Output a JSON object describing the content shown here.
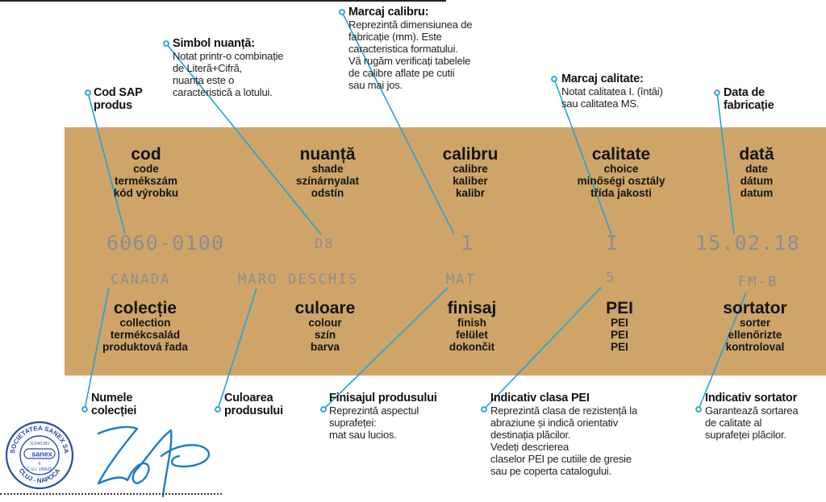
{
  "callouts": {
    "cod_sap": {
      "title": "Cod SAP produs",
      "desc": []
    },
    "simbol_nuanta": {
      "title": "Simbol nuanță:",
      "desc": [
        "Notat printr-o combinație",
        "de Literă+Cifră,",
        "nuanța este o",
        "caracteristică a lotului."
      ]
    },
    "marcaj_calibru": {
      "title": "Marcaj calibru:",
      "desc": [
        "Reprezintă dimensiunea de",
        "fabricație (mm). Este",
        "caracteristica formatului.",
        "Vă rugăm verificați tabelele",
        "de calibre aflate pe cutii",
        "sau mai jos."
      ]
    },
    "marcaj_calitate": {
      "title": "Marcaj calitate:",
      "desc": [
        "Notat calitatea I. (întâi)",
        "sau calitatea MS."
      ]
    },
    "data_fabricatie": {
      "title": "Data de fabricație",
      "desc": []
    },
    "numele_colectiei": {
      "title": "Numele colecției",
      "desc": []
    },
    "culoarea_produsului": {
      "title": "Culoarea produsului",
      "desc": []
    },
    "finisajul_produsului": {
      "title": "Finisajul produsului",
      "desc": [
        "Reprezintă aspectul",
        "suprafeței:",
        "mat sau lucios."
      ]
    },
    "indicativ_clasa_pei": {
      "title": "Indicativ clasa PEI",
      "desc": [
        "Reprezintă clasa de rezistență la",
        "abraziune și indică orientativ",
        "destinația plăcilor.",
        "Vedeți descrierea",
        "claselor PEI pe cutiile de gresie",
        "sau pe coperta catalogului."
      ]
    },
    "indicativ_sortator": {
      "title": "Indicativ sortator",
      "desc": [
        "Garantează sortarea",
        "de calitate al",
        "suprafeței plăcilor."
      ]
    }
  },
  "label_top": {
    "cod": {
      "key": "cod",
      "t1": "code",
      "t2": "termékszám",
      "t3": "kód výrobku"
    },
    "nuanta": {
      "key": "nuanță",
      "t1": "shade",
      "t2": "színárnyalat",
      "t3": "odstín"
    },
    "calibru": {
      "key": "calibru",
      "t1": "calibre",
      "t2": "kaliber",
      "t3": "kalibr"
    },
    "calitate": {
      "key": "calitate",
      "t1": "choice",
      "t2": "minőségi osztály",
      "t3": "třída jakosti"
    },
    "data": {
      "key": "dată",
      "t1": "date",
      "t2": "dátum",
      "t3": "datum"
    }
  },
  "values": {
    "cod": "6060-0100",
    "nuanta": "D8",
    "calibru": "1",
    "calitate": "I",
    "data": "15.02.18",
    "colectie": "CANADA",
    "culoare": "MARO DESCHIS",
    "finisaj": "MAT",
    "pei": "5",
    "sortator": "FM-B"
  },
  "label_bottom": {
    "colectie": {
      "key": "colecție",
      "t1": "collection",
      "t2": "termékcsalád",
      "t3": "produktová řada"
    },
    "culoare": {
      "key": "culoare",
      "t1": "colour",
      "t2": "szín",
      "t3": "barva"
    },
    "finisaj": {
      "key": "finisaj",
      "t1": "finish",
      "t2": "felület",
      "t3": "dokončit"
    },
    "pei": {
      "key": "PEI",
      "t1": "PEI",
      "t2": "PEI",
      "t3": "PEI"
    },
    "sortator": {
      "key": "sortator",
      "t1": "sorter",
      "t2": "ellenőrizte",
      "t3": "kontroloval"
    }
  },
  "stamp": {
    "name": "SOCIETATEA SANEX SA",
    "brand": "sanex",
    "city": "CLUJ - NAPOCA",
    "reg": "J12/4/1991",
    "cui": "C.U.I. 199625",
    "num": "6"
  },
  "colors": {
    "panel": "#cea468",
    "leader": "#1fa3dc",
    "value_text": "#8d8d8d"
  }
}
